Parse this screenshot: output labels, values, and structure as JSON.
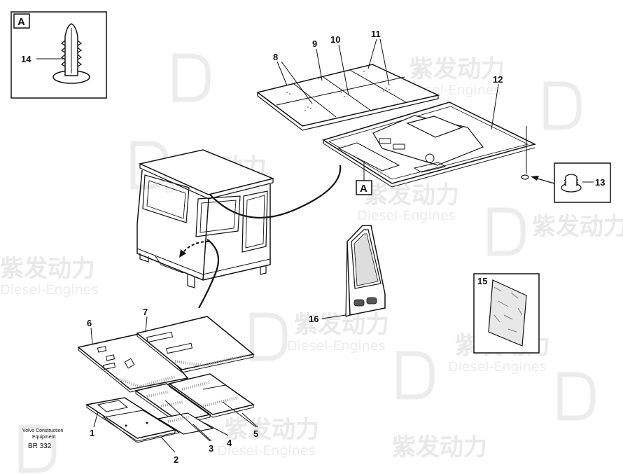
{
  "callouts": {
    "p1": "1",
    "p2": "2",
    "p3": "3",
    "p4": "4",
    "p5": "5",
    "p6": "6",
    "p7": "7",
    "p8": "8",
    "p9": "9",
    "p10": "10",
    "p11": "11",
    "p12": "12",
    "p13": "13",
    "p14": "14",
    "p15": "15",
    "p16": "16"
  },
  "detail": {
    "label_top": "A",
    "label_ref": "A"
  },
  "watermark": {
    "brand": "紫发动力",
    "sub": "Diesel-Engines"
  },
  "footer": {
    "company_line1": "Volvo Construction",
    "company_line2": "Equipment",
    "code": "BR 332"
  },
  "colors": {
    "line": "#111111",
    "watermark": "#e9e9e9"
  }
}
